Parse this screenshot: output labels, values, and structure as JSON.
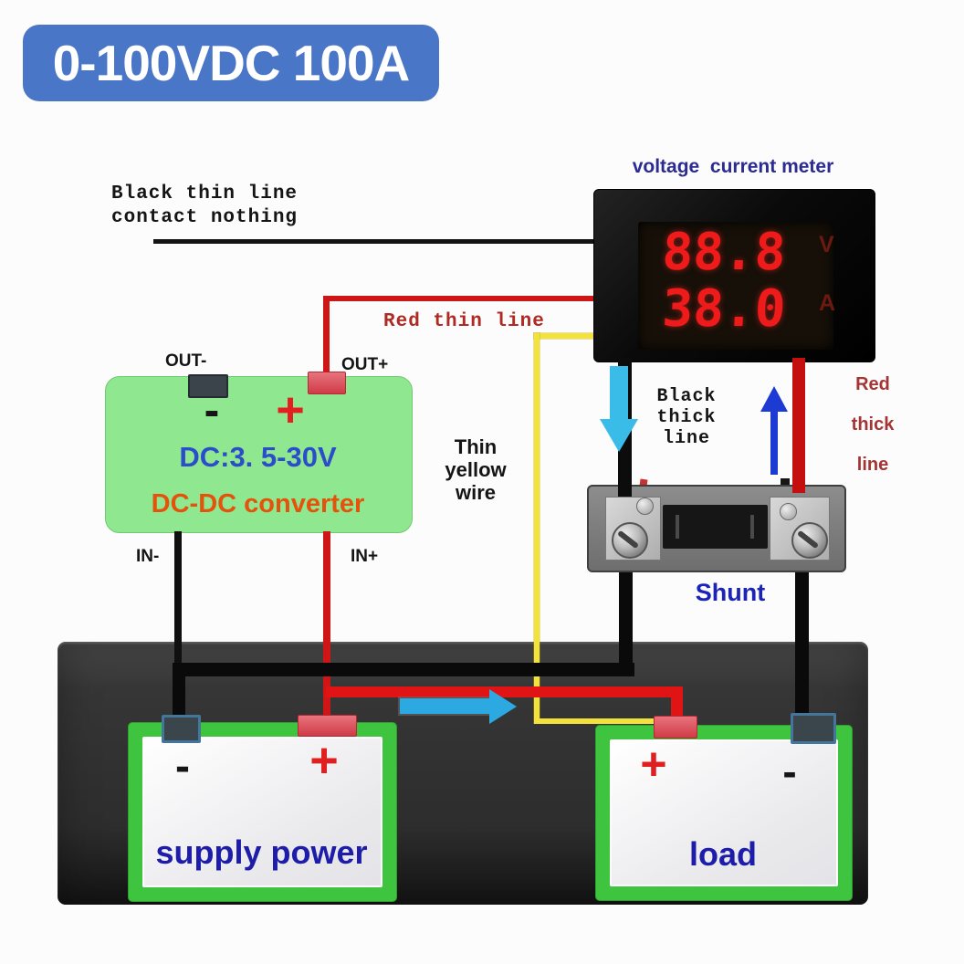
{
  "badge": {
    "label": "0-100VDC 100A"
  },
  "meter": {
    "title": "voltage  current meter",
    "voltage_reading": "88.8",
    "voltage_unit": "V",
    "current_reading": "38.0",
    "current_unit": "A"
  },
  "annotations": {
    "black_thin_line": {
      "line1": "Black thin line",
      "line2": "contact nothing"
    },
    "red_thin_line": "Red thin line",
    "thin_yellow_wire": {
      "line1": "Thin",
      "line2": "yellow",
      "line3": "wire"
    },
    "black_thick_line": {
      "line1": "Black",
      "line2": "thick",
      "line3": "line"
    },
    "red_thick_line": {
      "line1": "Red",
      "line2": "thick",
      "line3": "line"
    },
    "shunt": "Shunt"
  },
  "converter": {
    "out_minus_label": "OUT-",
    "out_plus_label": "OUT+",
    "minus_sign": "-",
    "plus_sign": "+",
    "spec": "DC:3. 5-30V",
    "name": "DC-DC converter",
    "in_minus_label": "IN-",
    "in_plus_label": "IN+"
  },
  "supply_power": {
    "minus_sign": "-",
    "plus_sign": "+",
    "label": "supply power"
  },
  "load": {
    "plus_sign": "+",
    "minus_sign": "-",
    "label": "load"
  },
  "colors": {
    "badge_blue": "#4a76c8",
    "display_digit_red": "#ef1a1a",
    "wire_red": "#d41414",
    "wire_yellow": "#f3e13c",
    "wire_black": "#0d0d0d",
    "box_green": "#3ec43e",
    "converter_green": "#8fe88f",
    "label_navy": "#1d1daa",
    "annotation_dark_red": "#a53434",
    "arrow_cyan": "#39bce8",
    "arrow_blue": "#1d3ad2",
    "baseplate_gray": "#2d2d2d",
    "shunt_gray": "#7a7a7a"
  }
}
